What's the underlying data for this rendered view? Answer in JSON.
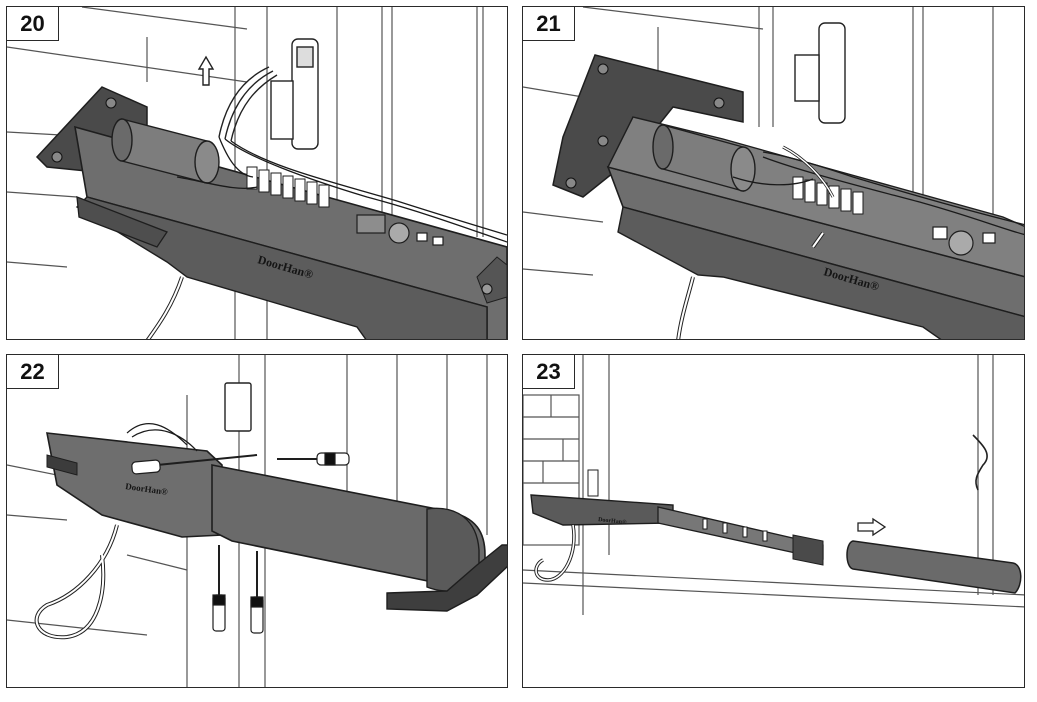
{
  "panels": [
    {
      "step": "20",
      "brand": "DoorHan®"
    },
    {
      "step": "21",
      "brand": "DoorHan®"
    },
    {
      "step": "22",
      "brand": "DoorHan®"
    },
    {
      "step": "23",
      "brand": "DoorHan®"
    }
  ],
  "colors": {
    "housing": "#6e6e6e",
    "housing_dark": "#4a4a4a",
    "outline": "#1e1e1e",
    "wall_line": "#555555",
    "background": "#ffffff"
  },
  "icons": {
    "arrow_up": "arrow-up-icon",
    "arrow_right": "arrow-right-icon",
    "screwdriver": "screwdriver-icon"
  }
}
